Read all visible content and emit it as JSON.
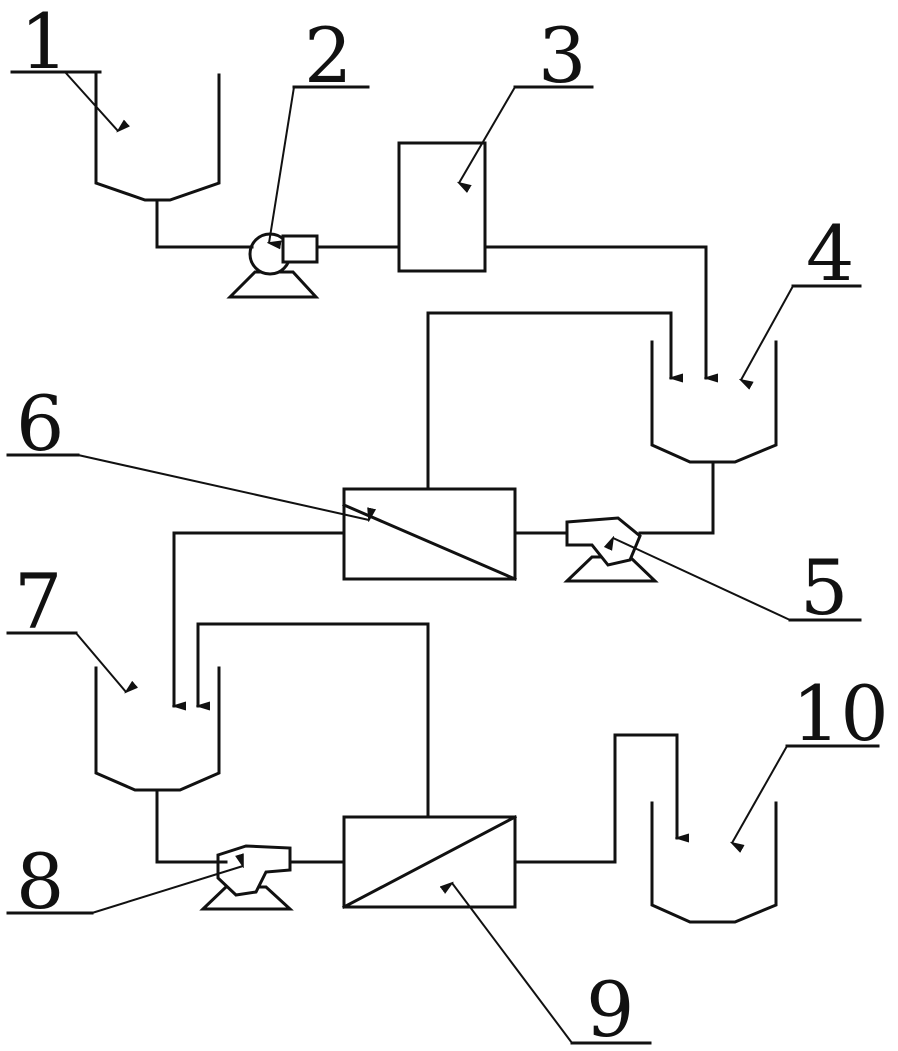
{
  "diagram": {
    "labels": {
      "n1": "1",
      "n2": "2",
      "n3": "3",
      "n4": "4",
      "n5": "5",
      "n6": "6",
      "n7": "7",
      "n8": "8",
      "n9": "9",
      "n10": "10"
    }
  }
}
